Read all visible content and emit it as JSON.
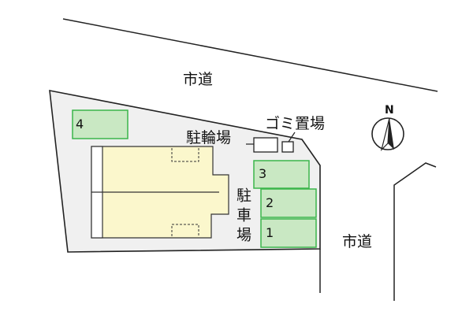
{
  "map": {
    "road_north_label": "市道",
    "road_east_label": "市道",
    "bicycle_parking_label": "駐輪場",
    "garbage_label": "ゴミ置場",
    "parking_label": "駐車場",
    "compass_label": "N",
    "parking_spaces": [
      "1",
      "2",
      "3",
      "4"
    ]
  },
  "colors": {
    "lot_fill": "#f0f0f0",
    "building_fill": "#fbf7cc",
    "parking_fill": "#c9e8c3",
    "parking_stroke": "#3ab54a",
    "line": "#222222"
  }
}
